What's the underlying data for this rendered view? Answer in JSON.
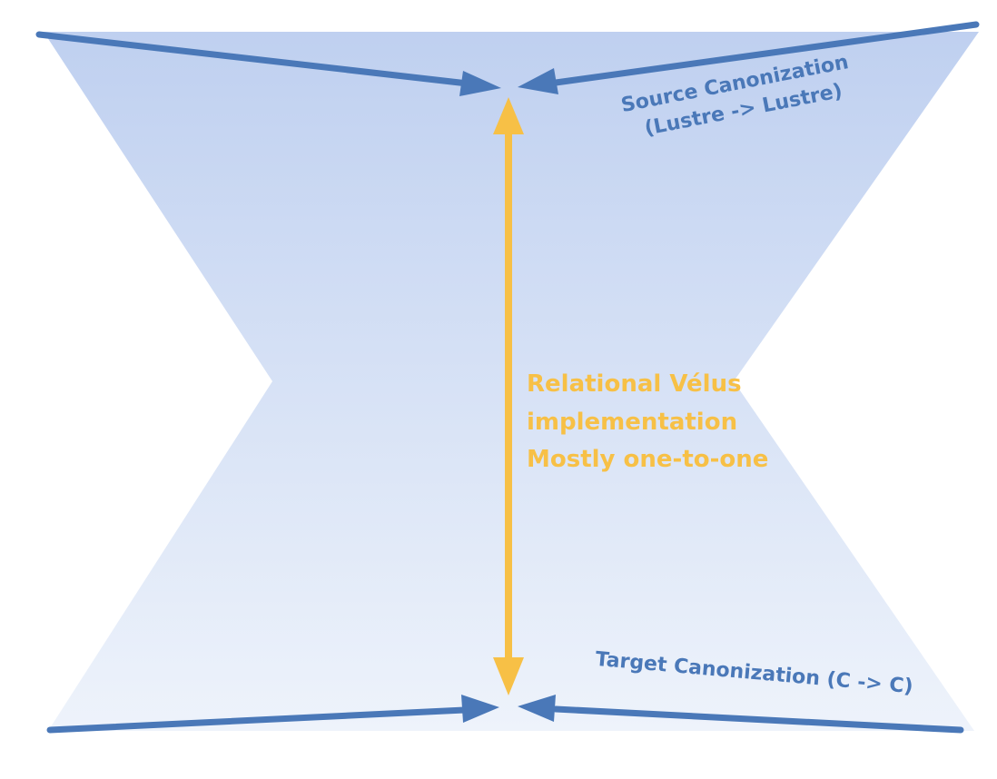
{
  "labels": {
    "source_line1": "Source Canonization",
    "source_line2": "(Lustre -> Lustre)",
    "target": "Target Canonization (C -> C)",
    "center_line1": "Relational Vélus",
    "center_line2": "implementation",
    "center_line3": "Mostly one-to-one"
  },
  "colors": {
    "fill_top": "#bfd0f0",
    "fill_bottom": "#eef3fb",
    "arrow_blue": "#4a78b8",
    "text_blue": "#4a78b8",
    "arrow_orange": "#f7c046",
    "text_orange": "#f7c046"
  }
}
